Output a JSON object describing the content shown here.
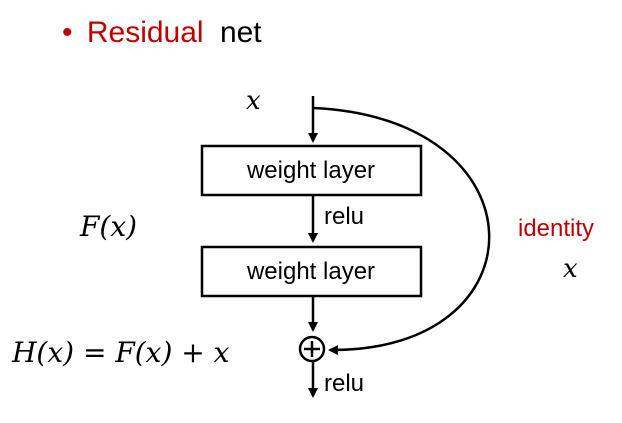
{
  "title": {
    "bullet": "•",
    "highlight": "Residual",
    "rest": "net"
  },
  "diagram": {
    "input_label": "x",
    "layer1_label": "weight layer",
    "layer2_label": "weight layer",
    "relu_mid_label": "relu",
    "relu_out_label": "relu",
    "fx_label": "F(x)",
    "hx_label": "H(x) = F(x) + x",
    "identity_label": "identity",
    "identity_x_label": "x",
    "sum_symbol": "⊕"
  },
  "colors": {
    "accent": "#C00000",
    "text": "#000000",
    "line": "#000000"
  }
}
